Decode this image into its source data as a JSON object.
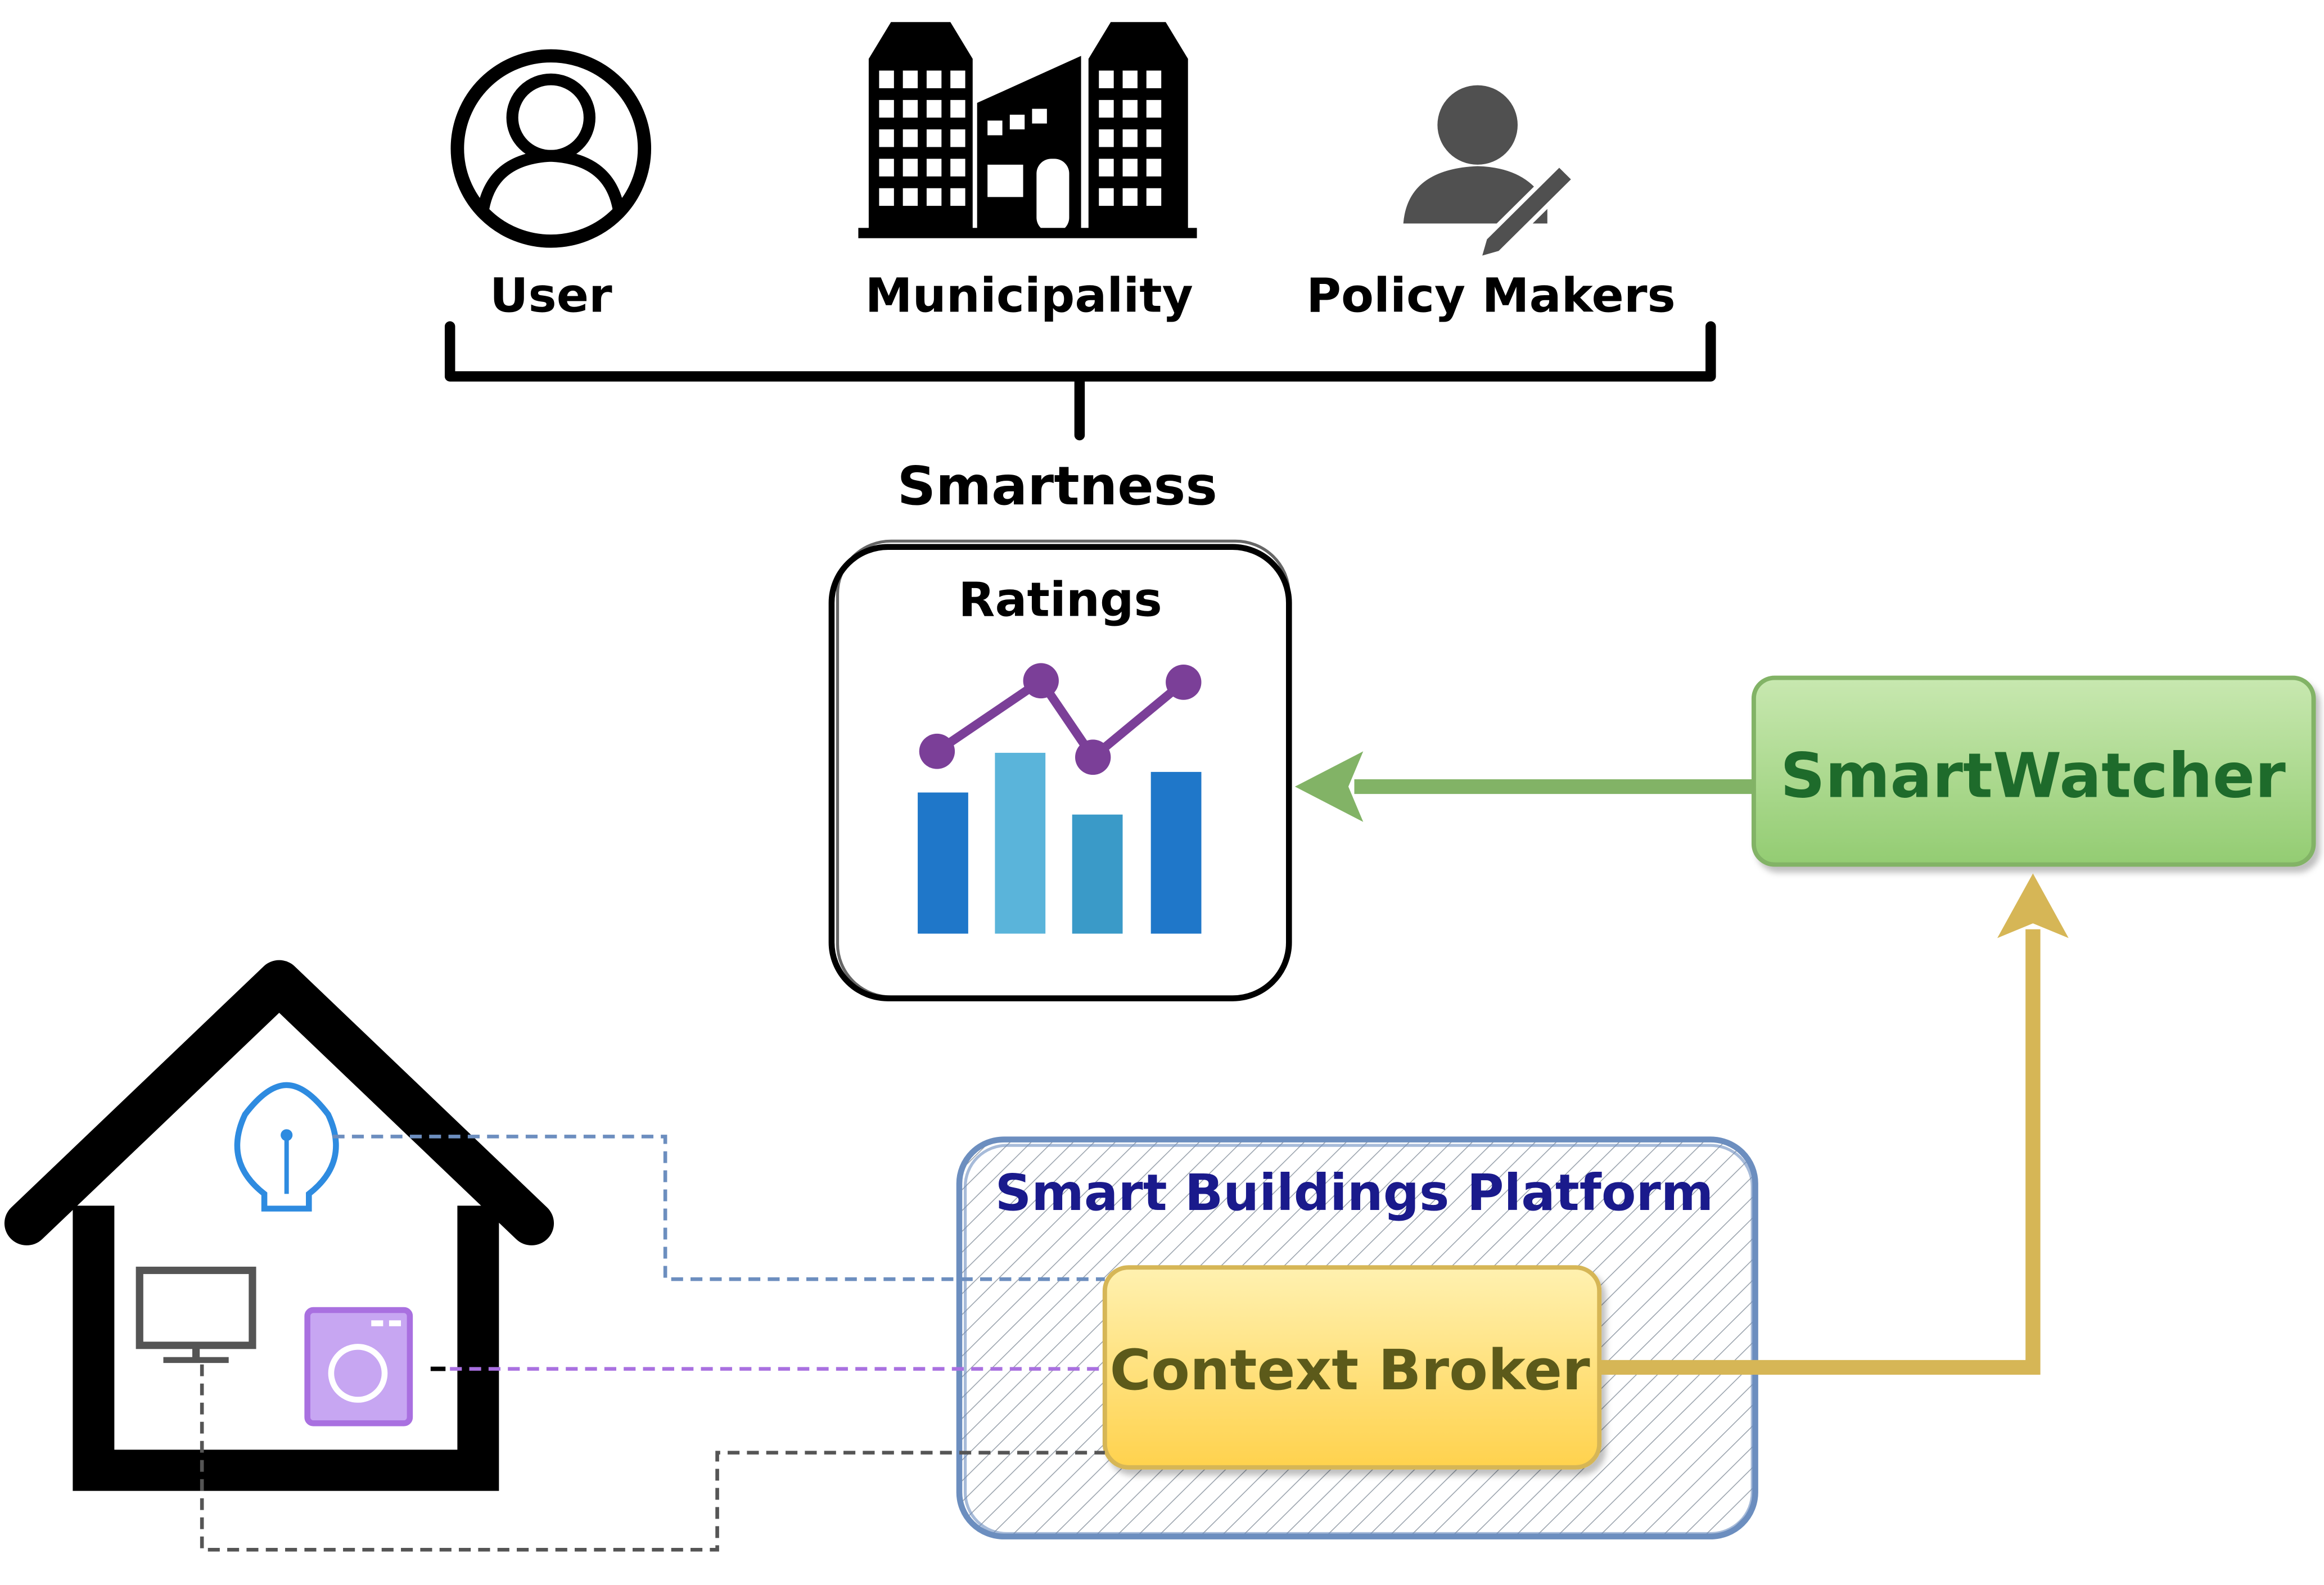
{
  "stakeholders": {
    "user_label": "User",
    "municipality_label": "Municipality",
    "policy_makers_label": "Policy Makers"
  },
  "ratings_card": {
    "heading": "Smartness",
    "subheading": "Ratings"
  },
  "smartwatcher": {
    "label": "SmartWatcher"
  },
  "platform": {
    "label": "Smart Buildings Platform"
  },
  "context_broker": {
    "label": "Context Broker"
  },
  "icons": {
    "user": "user-icon",
    "municipality": "buildings-icon",
    "policy_makers": "person-writing-icon",
    "chart": "bar-line-chart-icon",
    "house": "house-icon",
    "lightbulb": "lightbulb-icon",
    "monitor": "monitor-icon",
    "washing_machine": "washing-machine-icon"
  },
  "colors": {
    "ratings_line": "#7B3F98",
    "bar_dark": "#1F77C9",
    "bar_light": "#5AB4DA",
    "bar_mid": "#3A9AC8",
    "smartwatcher_fill": "#A9D88C",
    "smartwatcher_text": "#1E6B2B",
    "smartwatcher_arrow": "#82B366",
    "broker_fill": "#FFE37A",
    "broker_text": "#5C5A1A",
    "broker_arrow": "#D6B656",
    "platform_border": "#6C8EBF",
    "platform_text": "#1A1A8C",
    "bulb_color": "#2E8BE0",
    "washer_color": "#A970E0",
    "monitor_color": "#555555"
  }
}
